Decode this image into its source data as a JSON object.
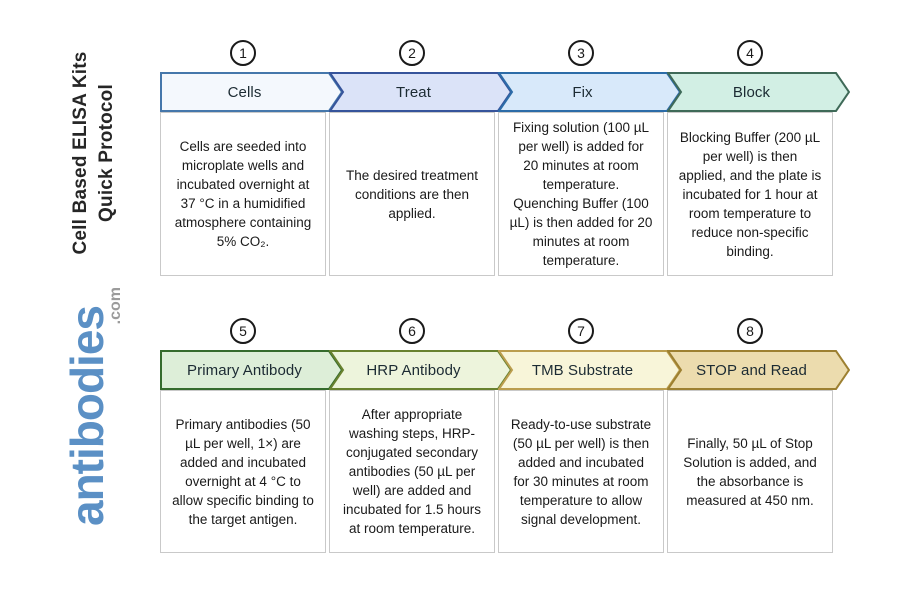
{
  "branding": {
    "title_line1": "Cell Based ELISA Kits",
    "title_line2": "Quick Protocol",
    "logo_text": "antibodies",
    "logo_suffix": ".com",
    "logo_color": "#5b90c5",
    "logo_suffix_color": "#9b9b9b"
  },
  "steps": [
    {
      "number": "1",
      "title": "Cells",
      "description": "Cells are seeded into microplate wells and incubated overnight at 37 °C in a humidified atmosphere containing 5% CO₂.",
      "colors": {
        "fill": "#f4f8fd",
        "stroke": "#4577ab"
      }
    },
    {
      "number": "2",
      "title": "Treat",
      "description": "The desired treatment conditions are then applied.",
      "colors": {
        "fill": "#dbe3f8",
        "stroke": "#36549b"
      }
    },
    {
      "number": "3",
      "title": "Fix",
      "description": "Fixing solution (100 µL per well) is added for 20 minutes at room temperature. Quenching Buffer (100 µL) is then added for 20 minutes at room temperature.",
      "colors": {
        "fill": "#d8e9fa",
        "stroke": "#2c6ca8"
      }
    },
    {
      "number": "4",
      "title": "Block",
      "description": "Blocking Buffer (200 µL per well) is then applied, and the plate is incubated for 1 hour at room temperature to reduce non-specific binding.",
      "colors": {
        "fill": "#d2efe4",
        "stroke": "#3f6a58"
      }
    },
    {
      "number": "5",
      "title": "Primary Antibody",
      "description": "Primary antibodies (50 µL per well, 1×) are added and incubated overnight at 4 °C to allow specific binding to the target antigen.",
      "colors": {
        "fill": "#ddeed8",
        "stroke": "#356b2d"
      }
    },
    {
      "number": "6",
      "title": "HRP Antibody",
      "description": "After appropriate washing steps, HRP-conjugated secondary antibodies (50 µL per well) are added and incubated for 1.5 hours at room temperature.",
      "colors": {
        "fill": "#edf4dc",
        "stroke": "#68812f"
      }
    },
    {
      "number": "7",
      "title": "TMB Substrate",
      "description": "Ready-to-use substrate (50 µL per well) is then added and incubated for 30 minutes at room temperature to allow signal development.",
      "colors": {
        "fill": "#f8f5d9",
        "stroke": "#bb9d4e"
      }
    },
    {
      "number": "8",
      "title": "STOP and Read",
      "description": "Finally, 50 µL of Stop Solution is added, and the absorbance is measured at 450 nm.",
      "colors": {
        "fill": "#ecdcae",
        "stroke": "#9d8031"
      }
    }
  ]
}
